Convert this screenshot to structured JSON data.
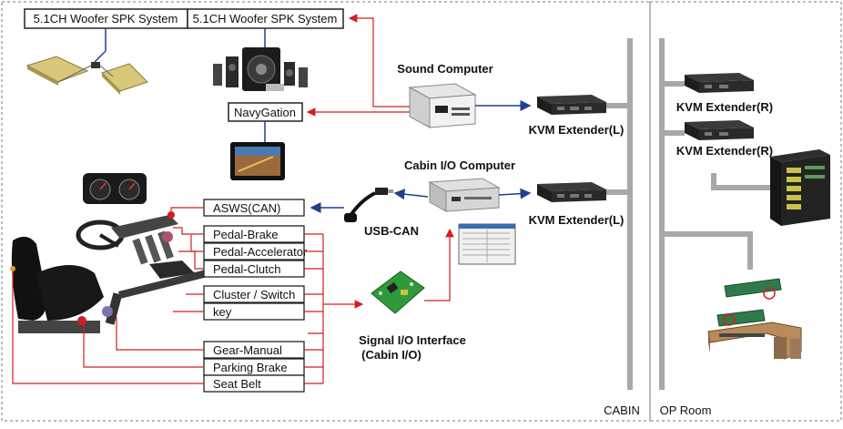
{
  "woofer_left": "5.1CH  Woofer SPK System",
  "woofer_right": "5.1CH  Woofer SPK System",
  "navy": "NavyGation",
  "sound_computer": "Sound Computer",
  "cabin_io_computer": "Cabin I/O Computer",
  "usb_can": "USB-CAN",
  "kvm_l1": "KVM Extender(L)",
  "kvm_l2": "KVM Extender(L)",
  "kvm_r1": "KVM Extender(R)",
  "kvm_r2": "KVM Extender(R)",
  "signal_io": "Signal I/O Interface",
  "signal_io_sub": "(Cabin I/O)",
  "cabin": "CABIN",
  "op_room": "OP Room",
  "control_boxes": [
    "ASWS(CAN)",
    "Pedal-Brake",
    "Pedal-Accelerator",
    "Pedal-Clutch",
    "Cluster / Switch",
    "key",
    "Gear-Manual",
    "Parking Brake",
    "Seat Belt"
  ],
  "colors": {
    "red_line": "#d21f1f",
    "blue_line": "#1f3f8f",
    "bus_gray": "#a8a8a8"
  }
}
